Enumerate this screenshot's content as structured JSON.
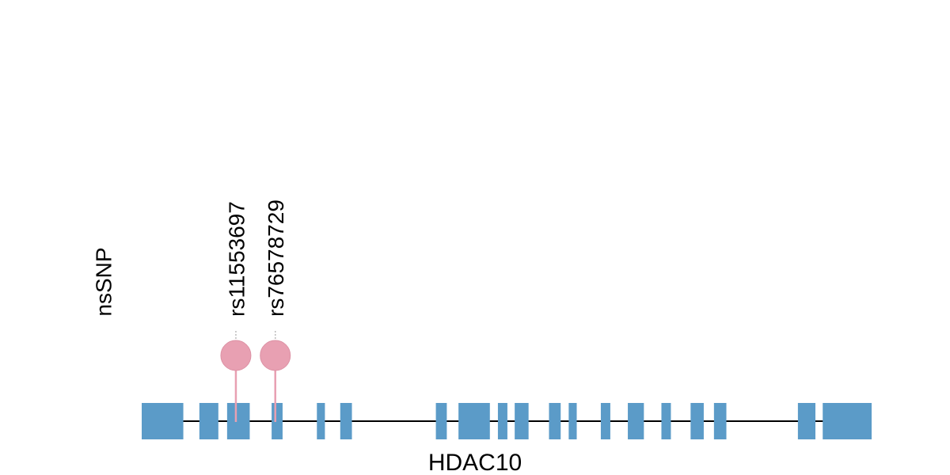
{
  "chart_data": {
    "type": "lollipop-gene-diagram",
    "track_label": "nsSNP",
    "gene": {
      "name": "HDAC10",
      "color": "#5B9BC8",
      "line_color": "#000000",
      "span": [
        0,
        1000
      ],
      "exons": [
        {
          "start": 0,
          "end": 57
        },
        {
          "start": 79,
          "end": 105
        },
        {
          "start": 117,
          "end": 148
        },
        {
          "start": 178,
          "end": 193
        },
        {
          "start": 240,
          "end": 251
        },
        {
          "start": 272,
          "end": 288
        },
        {
          "start": 403,
          "end": 418
        },
        {
          "start": 434,
          "end": 477
        },
        {
          "start": 488,
          "end": 501
        },
        {
          "start": 511,
          "end": 530
        },
        {
          "start": 558,
          "end": 574
        },
        {
          "start": 585,
          "end": 596
        },
        {
          "start": 629,
          "end": 642
        },
        {
          "start": 666,
          "end": 688
        },
        {
          "start": 712,
          "end": 725
        },
        {
          "start": 752,
          "end": 770
        },
        {
          "start": 784,
          "end": 801
        },
        {
          "start": 899,
          "end": 923
        },
        {
          "start": 933,
          "end": 1000
        }
      ]
    },
    "snps": [
      {
        "id": "rs11553697",
        "position": 129,
        "color": "#E8A0B2"
      },
      {
        "id": "rs76578729",
        "position": 183,
        "color": "#E8A0B2"
      }
    ]
  }
}
